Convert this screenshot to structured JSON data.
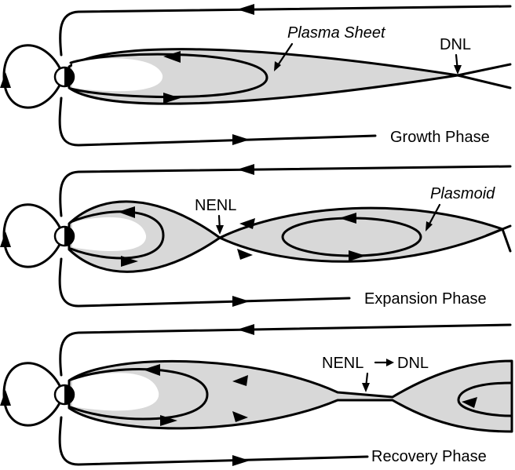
{
  "phases": [
    {
      "phase_label": "Growth Phase",
      "annotations": {
        "sheet": "Plasma Sheet",
        "neutral_line": "DNL"
      }
    },
    {
      "phase_label": "Expansion Phase",
      "annotations": {
        "neutral_line": "NENL",
        "plasmoid": "Plasmoid"
      }
    },
    {
      "phase_label": "Recovery Phase",
      "annotations": {
        "from": "NENL",
        "to": "DNL"
      }
    }
  ],
  "colors": {
    "sheet_fill": "#d8d8d8",
    "line": "#000000",
    "background": "#ffffff"
  }
}
